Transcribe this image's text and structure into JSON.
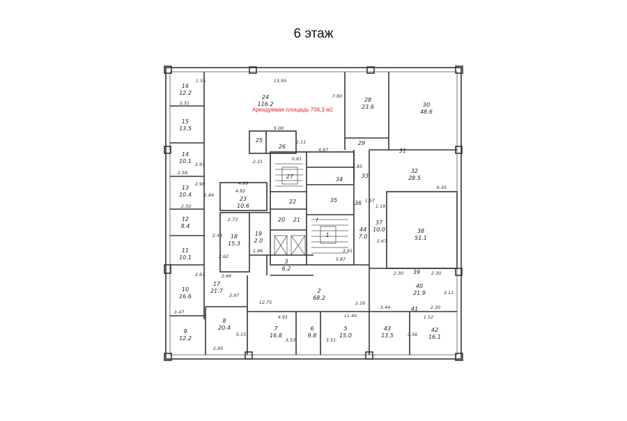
{
  "title": "6 этаж",
  "rent_label": "Арендуемая площадь 706,3 м2",
  "colors": {
    "walls": "#333333",
    "accent_red": "#e0202a"
  },
  "rooms": [
    {
      "no": "16",
      "area": "12.2"
    },
    {
      "no": "15",
      "area": "13.5"
    },
    {
      "no": "14",
      "area": "10.1"
    },
    {
      "no": "13",
      "area": "10.4"
    },
    {
      "no": "12",
      "area": "9.4"
    },
    {
      "no": "11",
      "area": "10.1"
    },
    {
      "no": "10",
      "area": "16.6"
    },
    {
      "no": "9",
      "area": "12.2"
    },
    {
      "no": "8",
      "area": "20.4"
    },
    {
      "no": "17",
      "area": "21.7"
    },
    {
      "no": "18",
      "area": "15.3"
    },
    {
      "no": "23",
      "area": "10.6"
    },
    {
      "no": "24",
      "area": "116.2"
    },
    {
      "no": "19",
      "area": "2.0"
    },
    {
      "no": "3",
      "area": "6.2"
    },
    {
      "no": "2",
      "area": "68.2"
    },
    {
      "no": "7",
      "area": "16.8"
    },
    {
      "no": "6",
      "area": "9.8"
    },
    {
      "no": "5",
      "area": "15.0"
    },
    {
      "no": "43",
      "area": "13.5"
    },
    {
      "no": "42",
      "area": "16.1"
    },
    {
      "no": "40",
      "area": "21.9"
    },
    {
      "no": "38",
      "area": "51.1"
    },
    {
      "no": "37",
      "area": "10.0"
    },
    {
      "no": "44",
      "area": "7.0"
    },
    {
      "no": "32",
      "area": "28.5"
    },
    {
      "no": "30",
      "area": "48.6"
    },
    {
      "no": "28",
      "area": "23.6"
    }
  ],
  "small_rooms": [
    "25",
    "26",
    "27",
    "22",
    "20",
    "21",
    "1",
    "I",
    "35",
    "36",
    "34",
    "33",
    "29",
    "31",
    "39",
    "41"
  ],
  "dimensions": [
    "13.95",
    "7.80",
    "1.55",
    "2.51",
    "2.91",
    "2.58",
    "2.98",
    "2.50",
    "1.84",
    "5.00",
    "2.31",
    "2.11",
    "0.91",
    "4.97",
    "4.99",
    "4.82",
    "2.46",
    "2.73",
    "1.96",
    "2.62",
    "2.66",
    "3.97",
    "2.91",
    "3.47",
    "2.95",
    "5.15",
    "12.75",
    "4.91",
    "3.53",
    "3.51",
    "5.87",
    "3.91",
    "2.16",
    "11.40",
    "3.44",
    "2.30",
    "2.30",
    "2.30",
    "1.52",
    "3.56",
    "3.11",
    "2.67",
    "6.45",
    "1.19",
    "2.85",
    "1.57"
  ]
}
